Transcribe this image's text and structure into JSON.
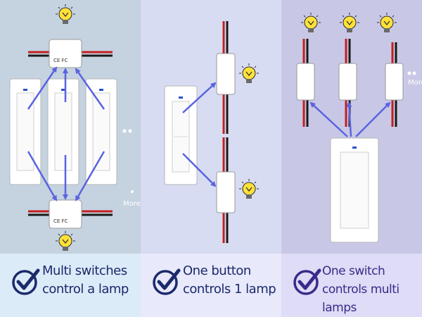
{
  "panels": [
    {
      "caption_line1": "Multi switches",
      "caption_line2": "control a lamp",
      "more_label": "More",
      "module_text": "CE FC"
    },
    {
      "caption_line1": "One button",
      "caption_line2": "controls 1 lamp"
    },
    {
      "caption_line1": "One switch",
      "caption_line2": "controls multi lamps",
      "more_label": "More"
    }
  ],
  "colors": {
    "panel1_bg": "#c5d2e0",
    "panel2_bg": "#d8dcf2",
    "panel3_bg": "#c8c8e6",
    "arrow": "#5a63e0",
    "caption_text": "#1b2a6a",
    "bulb": "#ffe13a"
  },
  "icons": [
    "check-circle-icon",
    "light-bulb-icon",
    "wall-switch-icon",
    "relay-module-icon",
    "arrow-icon"
  ]
}
